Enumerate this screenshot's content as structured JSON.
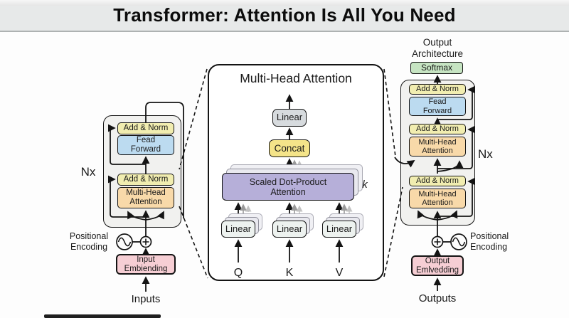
{
  "title_bar": {
    "title": "Transformer: Attention Is All You Need"
  },
  "encoder": {
    "nx": "Nx",
    "add_norm_top": "Add & Norm",
    "ff_line1": "Fead",
    "ff_line2": "Forward",
    "add_norm_bottom": "Add & Norm",
    "mha_line1": "Multi-Head",
    "mha_line2": "Attention",
    "pos_line1": "Positional",
    "pos_line2": "Encoding",
    "emb_line1": "Input",
    "emb_line2": "Embiending",
    "inputs": "Inputs"
  },
  "mha_panel": {
    "title": "Multi-Head Attention",
    "linear_out": "Linear",
    "concat": "Concat",
    "sdpa_line1": "Scaled Dot-Product",
    "sdpa_line2": "Attention",
    "k_annotation": "k",
    "linear_q": "Linear",
    "linear_k": "Linear",
    "linear_v": "Linear",
    "q": "Q",
    "k": "K",
    "v": "V"
  },
  "decoder": {
    "header_line1": "Output",
    "header_line2": "Architecture",
    "softmax": "Softmax",
    "add_norm_1": "Add & Norm",
    "ff_line1": "Fead",
    "ff_line2": "Forward",
    "add_norm_2": "Add & Norm",
    "mha1_line1": "Multi-Head",
    "mha1_line2": "Attention",
    "add_norm_3": "Add & Norm",
    "mha2_line1": "Multi-Head",
    "mha2_line2": "Attention",
    "nx": "Nx",
    "pos_line1": "Positional",
    "pos_line2": "Encoding",
    "emb_line1": "Output",
    "emb_line2": "Emlvedding",
    "outputs": "Outputs"
  },
  "colors": {
    "add_norm": "#f1edb0",
    "feed_forward": "#bcdbf0",
    "attention": "#f8d9a9",
    "embedding": "#f6ced4",
    "softmax": "#c6e4c2",
    "concat": "#f4e489",
    "linear_gray": "#d7dbde",
    "sdpa_purple": "#b6afd9",
    "container_gray": "#f1f1ef",
    "titlebar_gray": "#e7e9e9"
  }
}
